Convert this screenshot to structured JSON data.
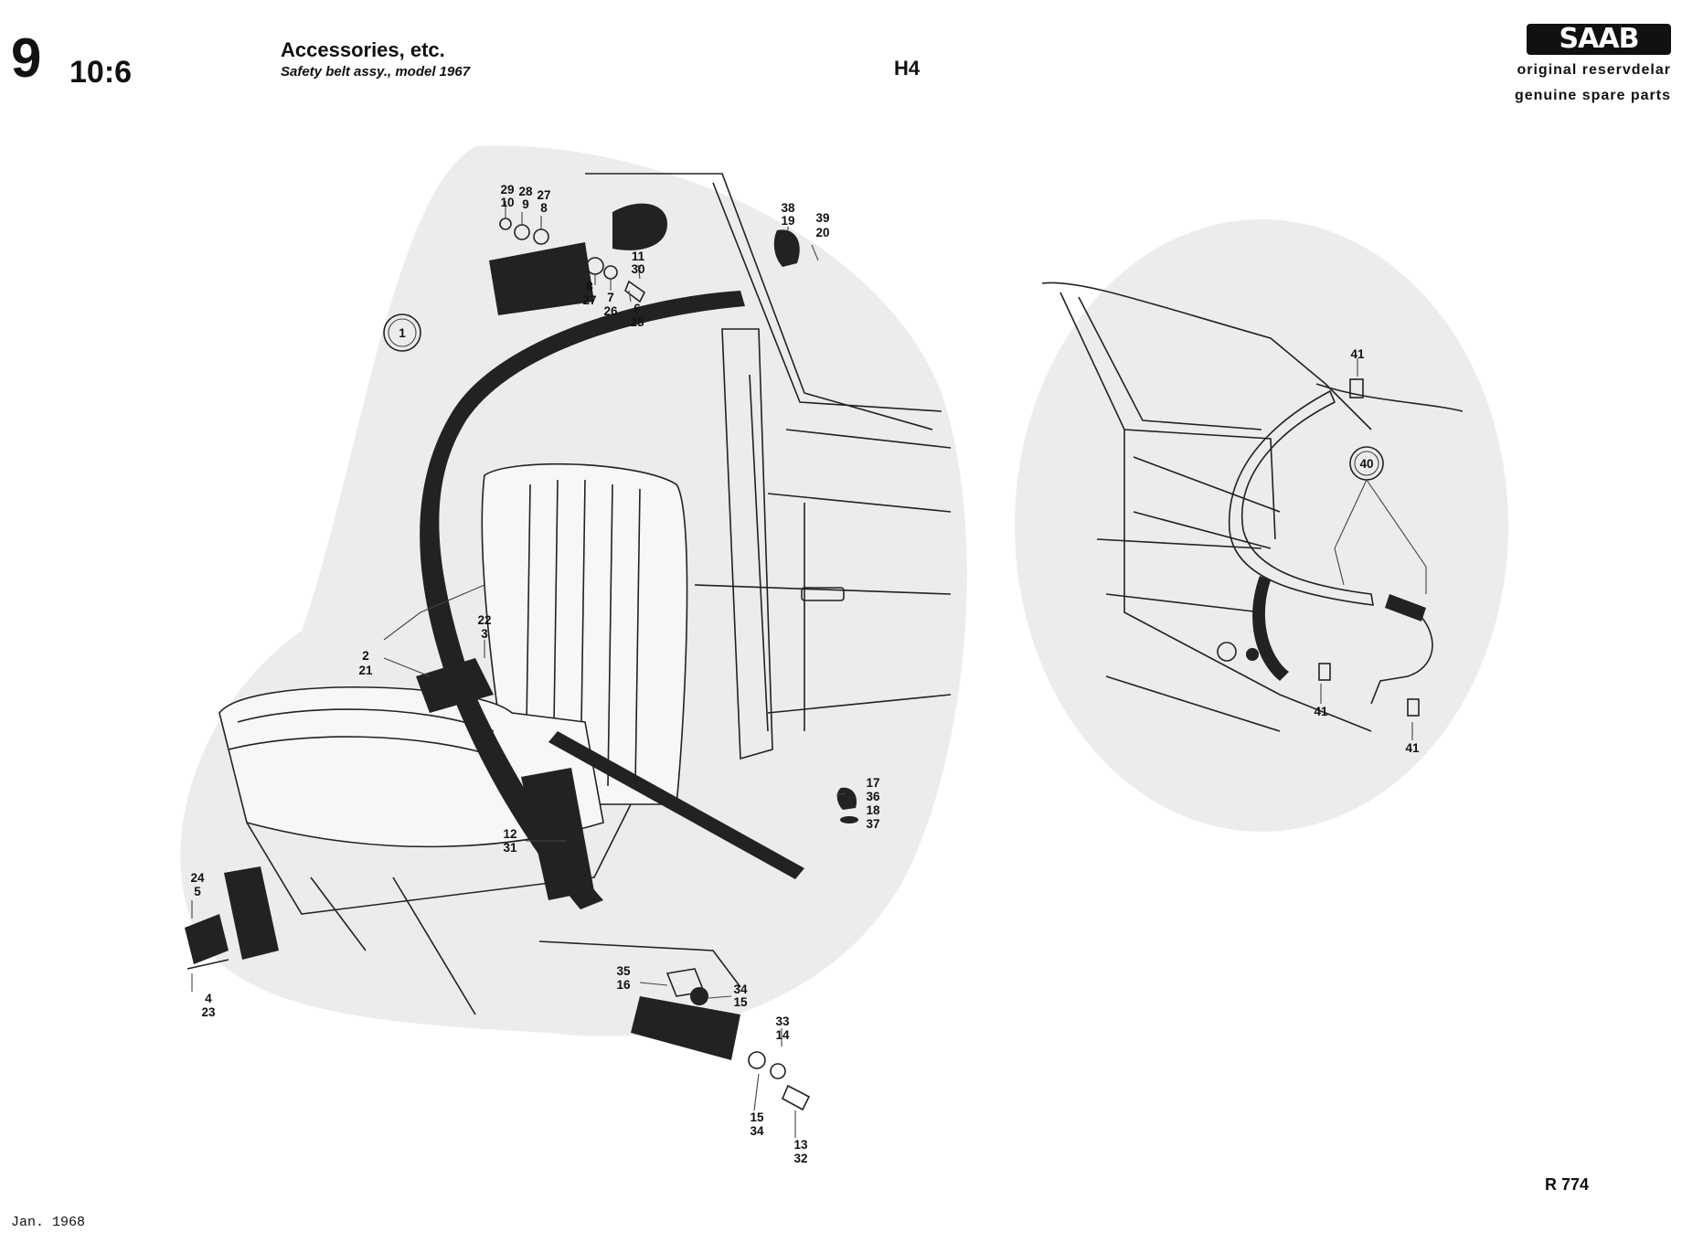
{
  "header": {
    "sheet_number": "9",
    "sheet_sub": "10:6",
    "title": "Accessories, etc.",
    "subtitle": "Safety belt assy., model 1967",
    "group_code": "H4",
    "brand": "SAAB",
    "tagline_1": "original reservdelar",
    "tagline_2": "genuine spare parts"
  },
  "footer": {
    "ref_code": "R 774",
    "date": "Jan. 1968"
  },
  "views": [
    {
      "id": "1",
      "label": "1"
    },
    {
      "id": "40",
      "label": "40"
    }
  ],
  "callouts": {
    "top_anchor_a": [
      "29",
      "10"
    ],
    "top_anchor_b": [
      "28",
      "9"
    ],
    "top_anchor_c": [
      "27",
      "8"
    ],
    "top_anchor_d": [
      "11",
      "30"
    ],
    "top_anchor_e": [
      "8",
      "27"
    ],
    "top_anchor_f": [
      "7",
      "26"
    ],
    "top_anchor_g": [
      "6",
      "25"
    ],
    "pillar_cover": [
      "38",
      "19"
    ],
    "pillar_screw": [
      "39",
      "20"
    ],
    "belt": [
      "2",
      "21"
    ],
    "seat_strap": [
      "22",
      "3"
    ],
    "buckle": [
      "12",
      "31"
    ],
    "floor_anchor": [
      "17",
      "36",
      "18",
      "37"
    ],
    "tongue": [
      "24",
      "5"
    ],
    "tongue_lower": [
      "4",
      "23"
    ],
    "bracket": [
      "35",
      "16"
    ],
    "washer_a": [
      "34",
      "15"
    ],
    "washer_b": [
      "33",
      "14"
    ],
    "washer_c": [
      "15",
      "34"
    ],
    "bolt": [
      "13",
      "32"
    ],
    "car_view_41a": "41",
    "car_view_41b": "41",
    "car_view_41c": "41"
  }
}
